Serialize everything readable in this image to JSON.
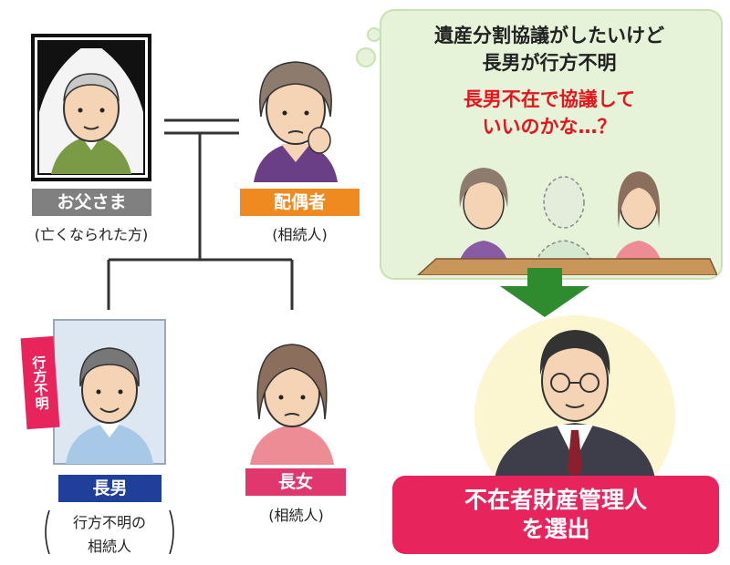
{
  "bubble": {
    "line1": "遺産分割協議がしたいけど",
    "line2": "長男が行方不明",
    "line3": "長男不在で協議して",
    "line4": "いいのかな…？"
  },
  "people": {
    "father": {
      "label": "お父さま",
      "sub": "(亡くなられた方)"
    },
    "spouse": {
      "label": "配偶者",
      "sub": "(相続人)"
    },
    "son": {
      "label": "長男",
      "sub_line1": "行方不明の",
      "sub_line2": "相続人",
      "tag": "行方不明"
    },
    "daughter": {
      "label": "長女",
      "sub": "(相続人)"
    }
  },
  "result": {
    "line1": "不在者財産管理人",
    "line2": "を選出"
  },
  "colors": {
    "father_label": "#808080",
    "spouse_label": "#ee8a1f",
    "son_label": "#1f3f9a",
    "daughter_label": "#e0386e",
    "result_bg": "#e8245d",
    "bubble_bg": "#e6f3d8",
    "arrow": "#2e8b2e",
    "warning_text": "#e8141d"
  },
  "icons": [
    "deceased-portrait-icon",
    "spouse-person-icon",
    "son-photo-icon",
    "daughter-person-icon",
    "lawyer-person-icon",
    "meeting-table-icon",
    "down-arrow-icon"
  ]
}
